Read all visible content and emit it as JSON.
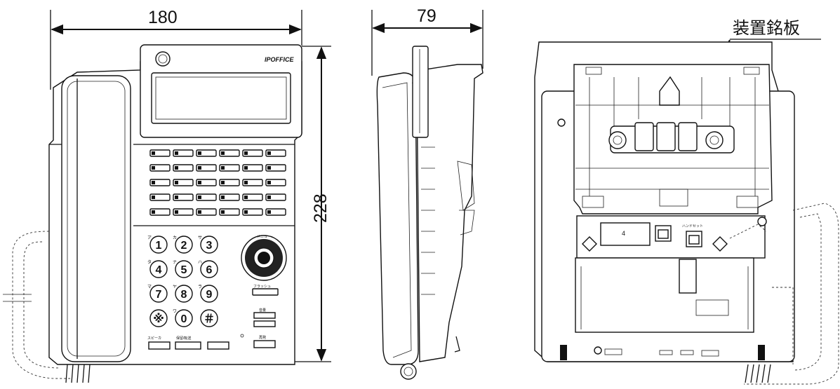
{
  "dimensions": {
    "width": "180",
    "depth": "79",
    "height": "228"
  },
  "labels": {
    "nameplate": "装置銘板",
    "logo": "IPOFFICE",
    "handset_port": "ハンドセット"
  },
  "keypad": {
    "digits": [
      "1",
      "2",
      "3",
      "4",
      "5",
      "6",
      "7",
      "8",
      "9",
      "※",
      "0",
      "＃"
    ],
    "kana": [
      "ア",
      "カ",
      "サ",
      "タ",
      "ナ",
      "ハ",
      "マ",
      "ヤ",
      "ラ",
      "",
      "ワ",
      ""
    ],
    "soft_keys": {
      "flash": "フラッシュ",
      "mute": "音量",
      "redial": "再発",
      "speaker": "スピーカ",
      "hold": "保留/転送",
      "menu": "メニュー"
    }
  }
}
